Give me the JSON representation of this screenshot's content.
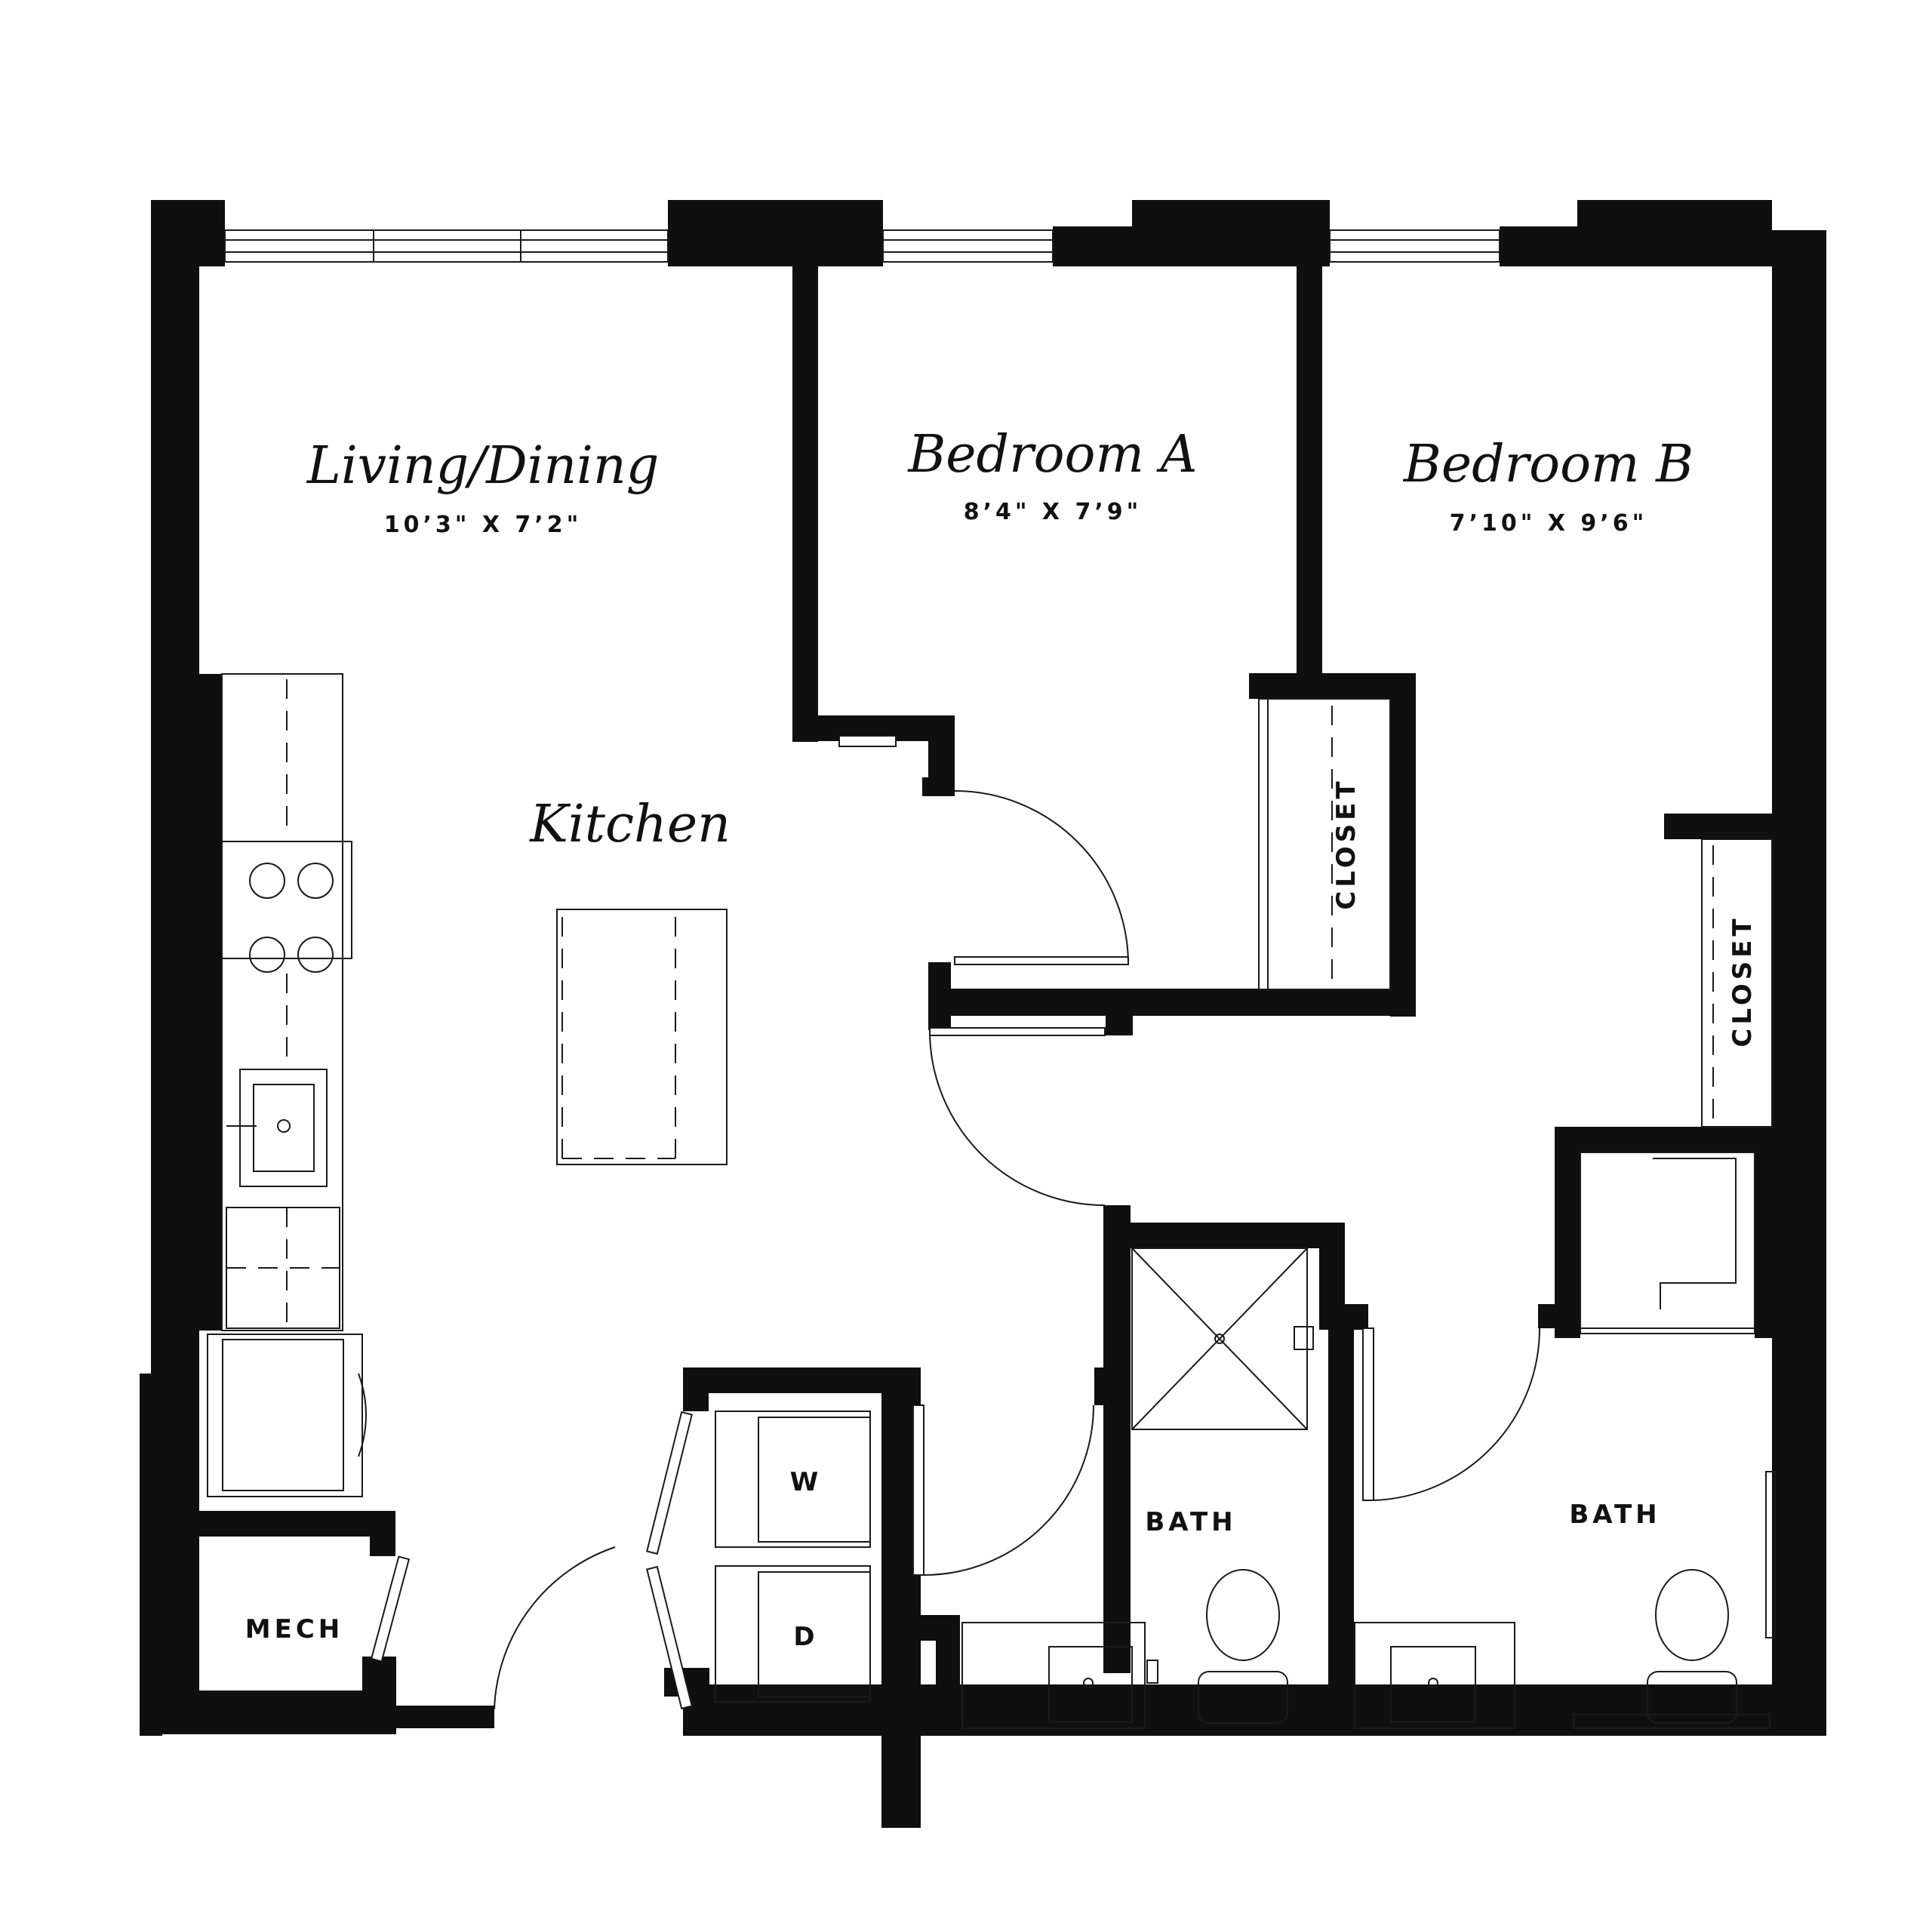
{
  "rooms": {
    "living_dining": {
      "name": "Living/Dining",
      "dimensions": "10’3\" X 7’2\""
    },
    "bedroom_a": {
      "name": "Bedroom A",
      "dimensions": "8’4\" X 7’9\""
    },
    "bedroom_b": {
      "name": "Bedroom B",
      "dimensions": "7’10\" X 9’6\""
    },
    "kitchen": {
      "name": "Kitchen"
    },
    "closet_a": {
      "name": "CLOSET"
    },
    "closet_b": {
      "name": "CLOSET"
    },
    "bath_1": {
      "name": "BATH"
    },
    "bath_2": {
      "name": "BATH"
    },
    "mech": {
      "name": "MECH"
    },
    "washer": {
      "name": "W"
    },
    "dryer": {
      "name": "D"
    }
  },
  "colors": {
    "wall": "#0f0f0f",
    "line": "#1a1a1a",
    "background": "#ffffff"
  }
}
